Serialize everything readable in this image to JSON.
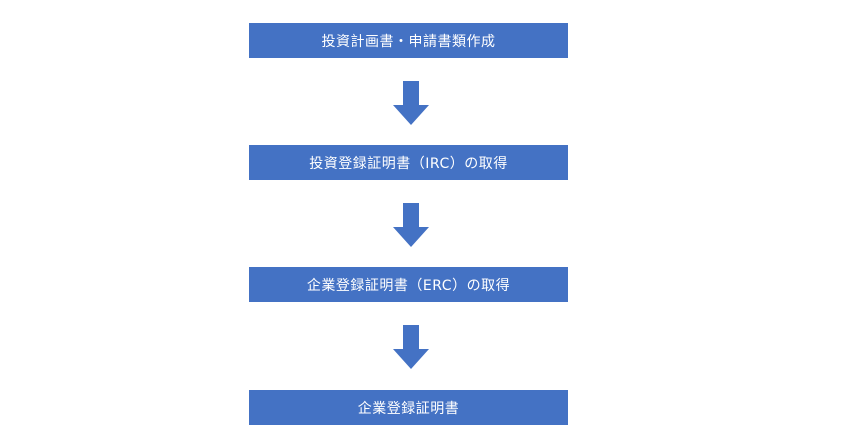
{
  "flowchart": {
    "steps": [
      {
        "label": "投資計画書・申請書類作成"
      },
      {
        "label": "投資登録証明書（IRC）の取得"
      },
      {
        "label": "企業登録証明書（ERC）の取得"
      },
      {
        "label": "企業登録証明書"
      }
    ],
    "colors": {
      "box_fill": "#4472C4",
      "box_text": "#FFFFFF",
      "arrow_fill": "#4472C4"
    },
    "arrow_icon": "down-arrow-icon"
  }
}
